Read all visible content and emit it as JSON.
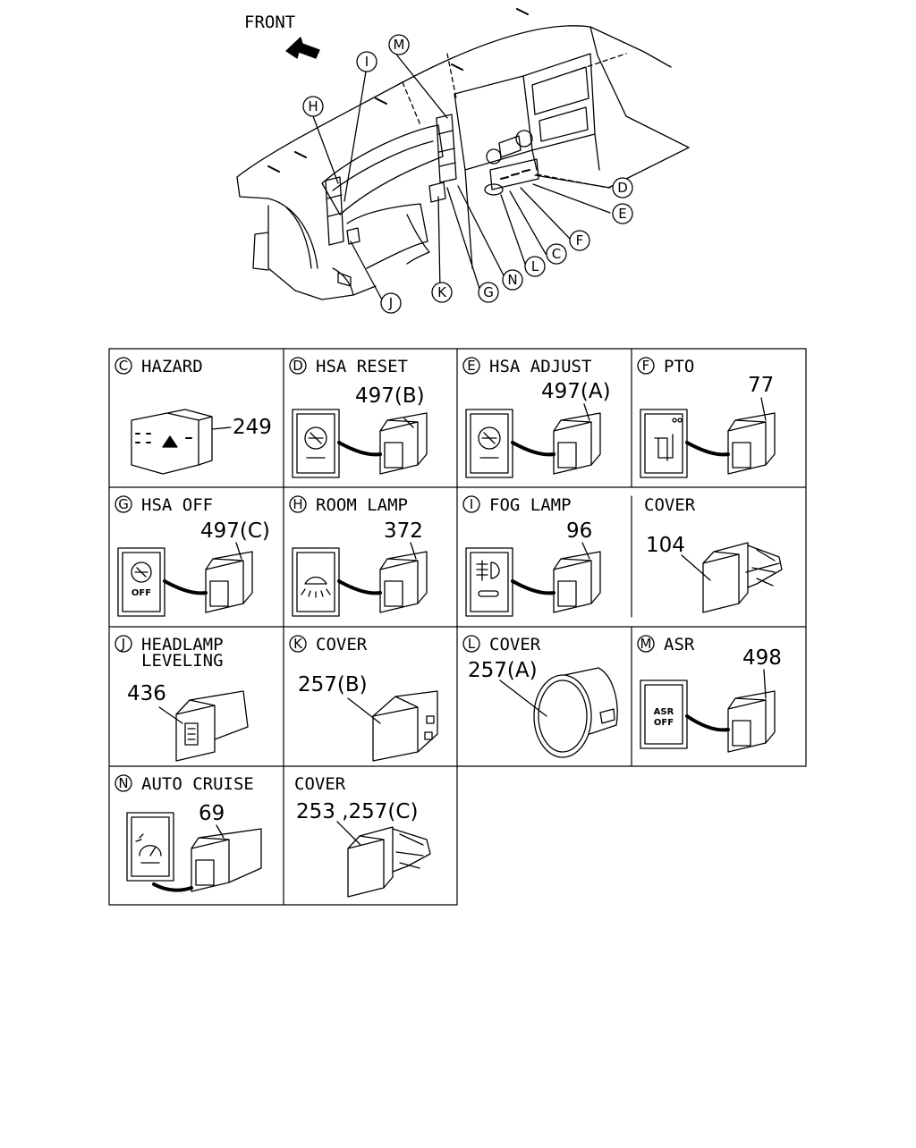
{
  "overview": {
    "front_label": "FRONT",
    "callouts": [
      "M",
      "I",
      "H",
      "D",
      "E",
      "F",
      "C",
      "L",
      "N",
      "G",
      "K",
      "J"
    ]
  },
  "cells": [
    {
      "letter": "C",
      "title": "HAZARD",
      "part": "249"
    },
    {
      "letter": "D",
      "title": "HSA RESET",
      "part": "497(B)"
    },
    {
      "letter": "E",
      "title": "HSA ADJUST",
      "part": "497(A)"
    },
    {
      "letter": "F",
      "title": "PTO",
      "part": "77"
    },
    {
      "letter": "G",
      "title": "HSA OFF",
      "part": "497(C)",
      "icon_text": "OFF"
    },
    {
      "letter": "H",
      "title": "ROOM LAMP",
      "part": "372"
    },
    {
      "letter": "I",
      "title": "FOG LAMP",
      "part": "96"
    },
    {
      "letter": "",
      "title": "COVER",
      "part": "104"
    },
    {
      "letter": "J",
      "title": "HEADLAMP",
      "title2": "LEVELING",
      "part": "436"
    },
    {
      "letter": "K",
      "title": "COVER",
      "part": "257(B)"
    },
    {
      "letter": "L",
      "title": "COVER",
      "part": "257(A)"
    },
    {
      "letter": "M",
      "title": "ASR",
      "part": "498",
      "icon_text": "ASR",
      "icon_text2": "OFF"
    },
    {
      "letter": "N",
      "title": "AUTO CRUISE",
      "part": "69"
    },
    {
      "letter": "",
      "title": "COVER",
      "part": "253 ,257(C)"
    }
  ]
}
